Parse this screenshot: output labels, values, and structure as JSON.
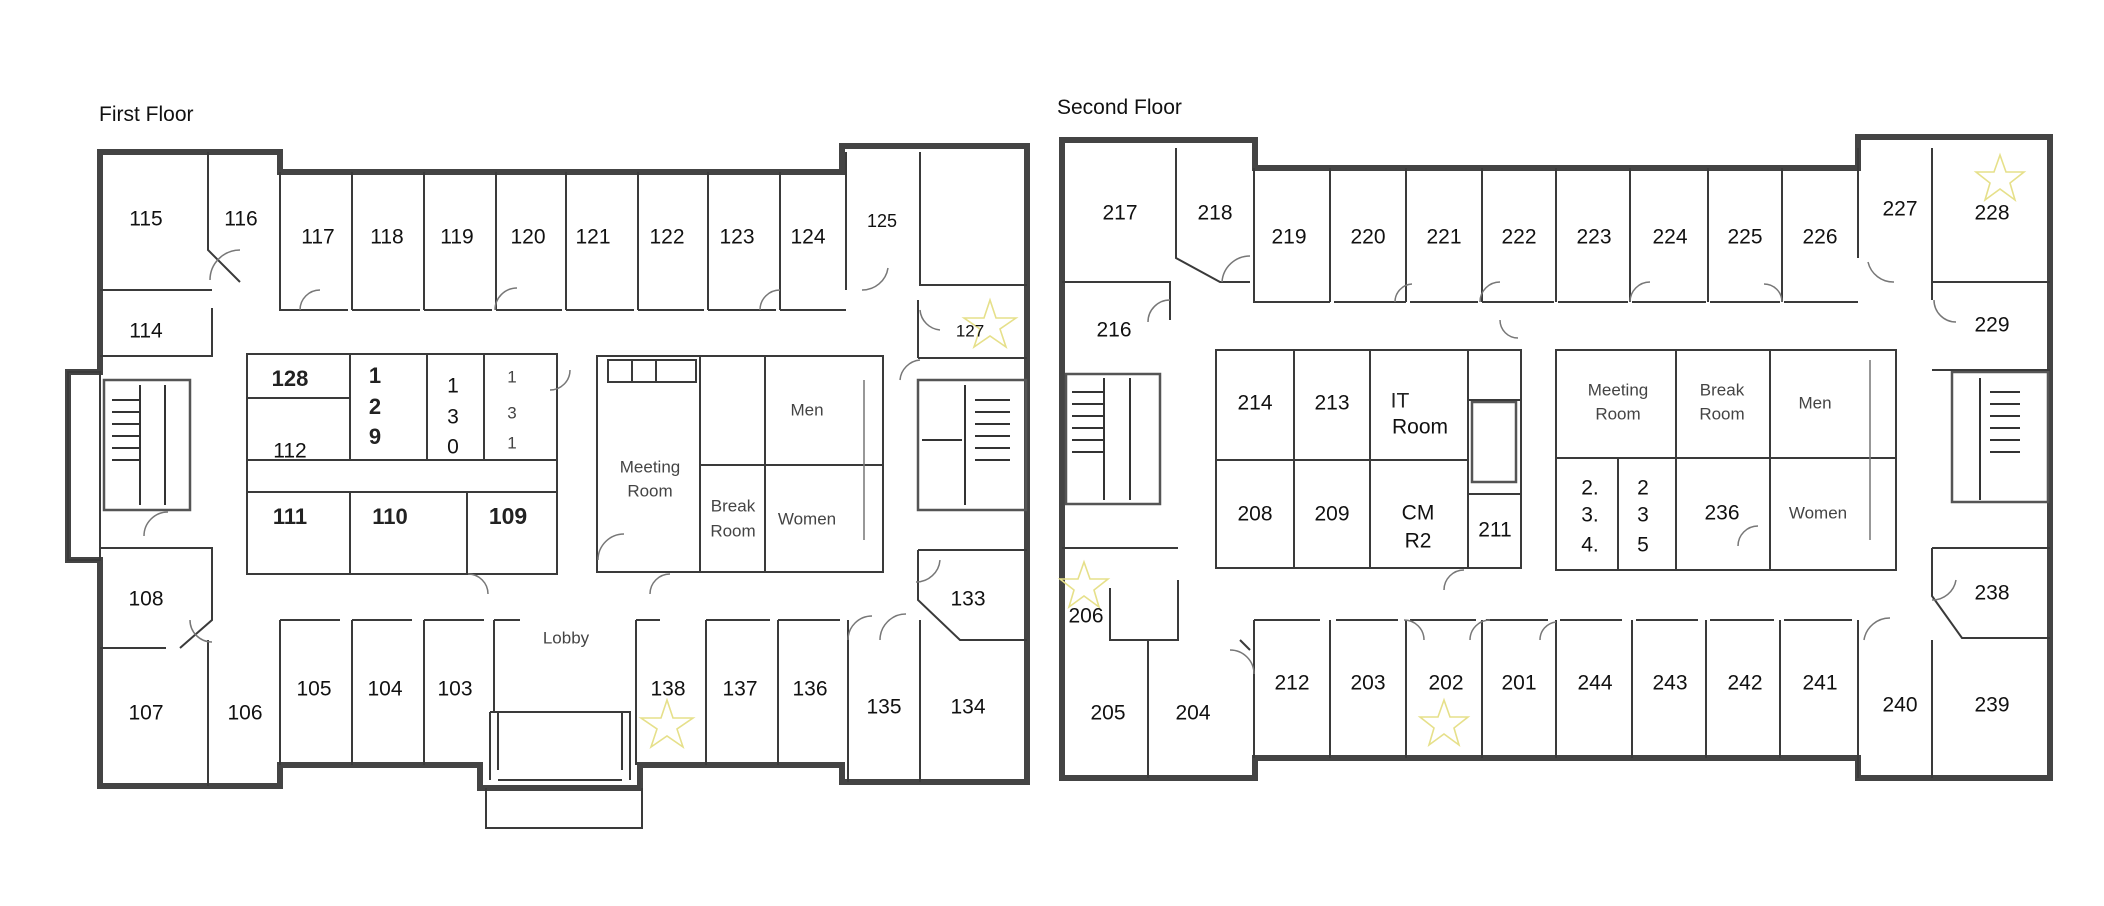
{
  "floors": {
    "first": {
      "title": "First Floor",
      "rooms": {
        "r115": "115",
        "r116": "116",
        "r117": "117",
        "r118": "118",
        "r119": "119",
        "r120": "120",
        "r121": "121",
        "r122": "122",
        "r123": "123",
        "r124": "124",
        "r125": "125",
        "r127": "127",
        "r114": "114",
        "r128": "128",
        "r112": "112",
        "r129a": "1",
        "r129b": "2",
        "r129c": "9",
        "r130a": "1",
        "r130b": "3",
        "r130c": "0",
        "r131a": "1",
        "r131b": "3",
        "r131c": "1",
        "r111": "111",
        "r110": "110",
        "r109": "109",
        "meeting1": "Meeting",
        "meeting2": "Room",
        "break1": "Break",
        "break2": "Room",
        "men": "Men",
        "women": "Women",
        "lobby": "Lobby",
        "r108": "108",
        "r107": "107",
        "r106": "106",
        "r105": "105",
        "r104": "104",
        "r103": "103",
        "r138": "138",
        "r137": "137",
        "r136": "136",
        "r135": "135",
        "r134": "134",
        "r133": "133"
      }
    },
    "second": {
      "title": "Second Floor",
      "rooms": {
        "r217": "217",
        "r218": "218",
        "r219": "219",
        "r220": "220",
        "r221": "221",
        "r222": "222",
        "r223": "223",
        "r224": "224",
        "r225": "225",
        "r226": "226",
        "r227": "227",
        "r228": "228",
        "r216": "216",
        "r229": "229",
        "r214": "214",
        "r213": "213",
        "it1": "IT",
        "it2": "Room",
        "r208": "208",
        "r209": "209",
        "cm1": "CM",
        "cm2": "R2",
        "r211": "211",
        "meeting1": "Meeting",
        "meeting2": "Room",
        "break1": "Break",
        "break2": "Room",
        "men": "Men",
        "women": "Women",
        "r2_a1": "2.",
        "r2_a2": "3.",
        "r2_a3": "4.",
        "r235a": "2",
        "r235b": "3",
        "r235c": "5",
        "r236": "236",
        "r238": "238",
        "r206": "206",
        "r205": "205",
        "r204": "204",
        "r212": "212",
        "r203": "203",
        "r202": "202",
        "r201": "201",
        "r244": "244",
        "r243": "243",
        "r242": "242",
        "r241": "241",
        "r240": "240",
        "r239": "239"
      }
    }
  }
}
